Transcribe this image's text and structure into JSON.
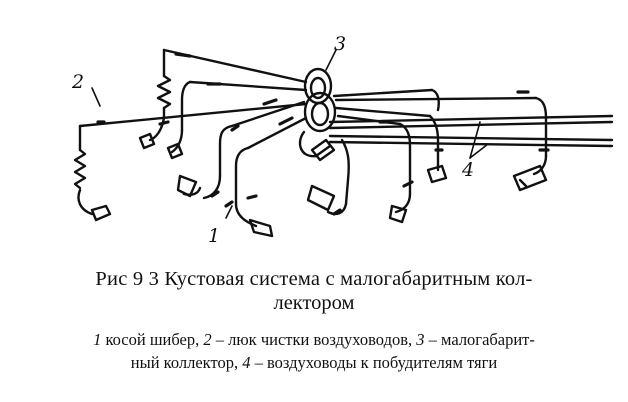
{
  "figure": {
    "callouts": {
      "c1": "1",
      "c2": "2",
      "c3": "3",
      "c4": "4"
    }
  },
  "caption": {
    "title_line1": "Рис 9 3 Кустовая система с малогабаритным кол-",
    "title_line2": "лектором",
    "legend": [
      {
        "num": "1",
        "text": " косой шибер, "
      },
      {
        "num": "2",
        "text": " – люк чистки воздуховодов, "
      },
      {
        "num": "3",
        "text": " – малогабарит-"
      },
      {
        "num": "",
        "text": "ный коллектор, "
      },
      {
        "num": "4",
        "text": " – воздуховоды к побудителям тяги"
      }
    ]
  }
}
